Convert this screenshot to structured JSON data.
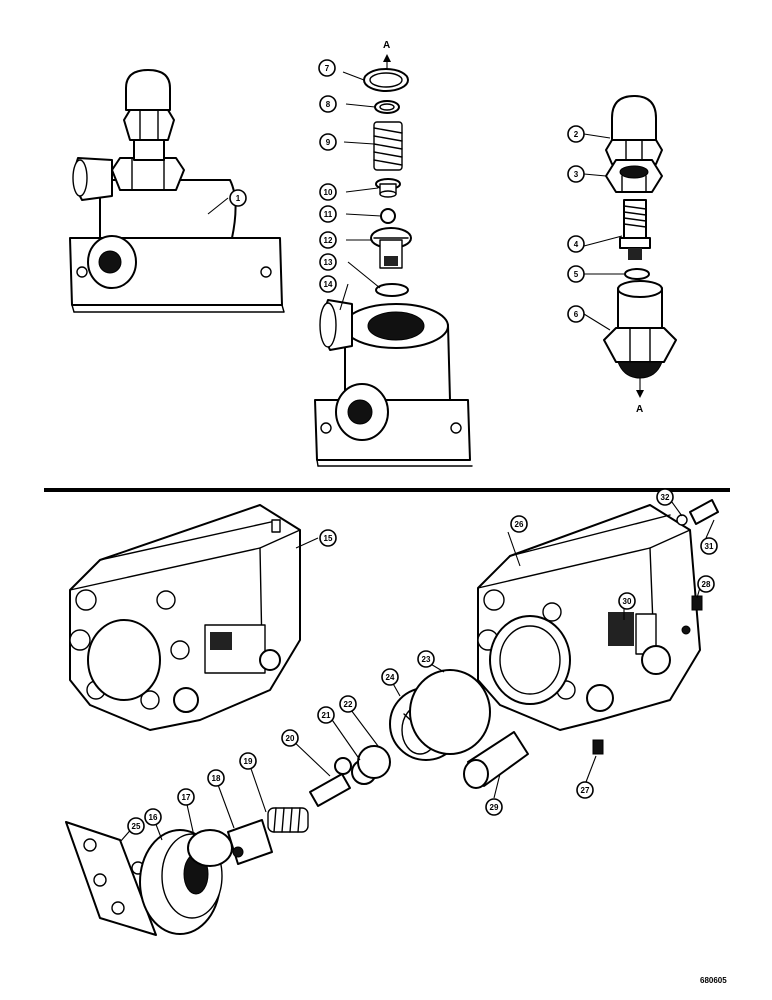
{
  "callouts": [
    {
      "num": "1"
    },
    {
      "num": "2"
    },
    {
      "num": "3"
    },
    {
      "num": "4"
    },
    {
      "num": "5"
    },
    {
      "num": "6"
    },
    {
      "num": "7"
    },
    {
      "num": "8"
    },
    {
      "num": "9"
    },
    {
      "num": "10"
    },
    {
      "num": "11"
    },
    {
      "num": "12"
    },
    {
      "num": "13"
    },
    {
      "num": "14"
    },
    {
      "num": "15"
    },
    {
      "num": "16"
    },
    {
      "num": "17"
    },
    {
      "num": "18"
    },
    {
      "num": "19"
    },
    {
      "num": "20"
    },
    {
      "num": "21"
    },
    {
      "num": "22"
    },
    {
      "num": "23"
    },
    {
      "num": "24"
    },
    {
      "num": "25"
    },
    {
      "num": "26"
    },
    {
      "num": "27"
    },
    {
      "num": "28"
    },
    {
      "num": "29"
    },
    {
      "num": "30"
    },
    {
      "num": "31"
    },
    {
      "num": "32"
    }
  ],
  "labels": {
    "arrow_top": "A",
    "arrow_bottom": "A",
    "figure_number": "680605"
  }
}
